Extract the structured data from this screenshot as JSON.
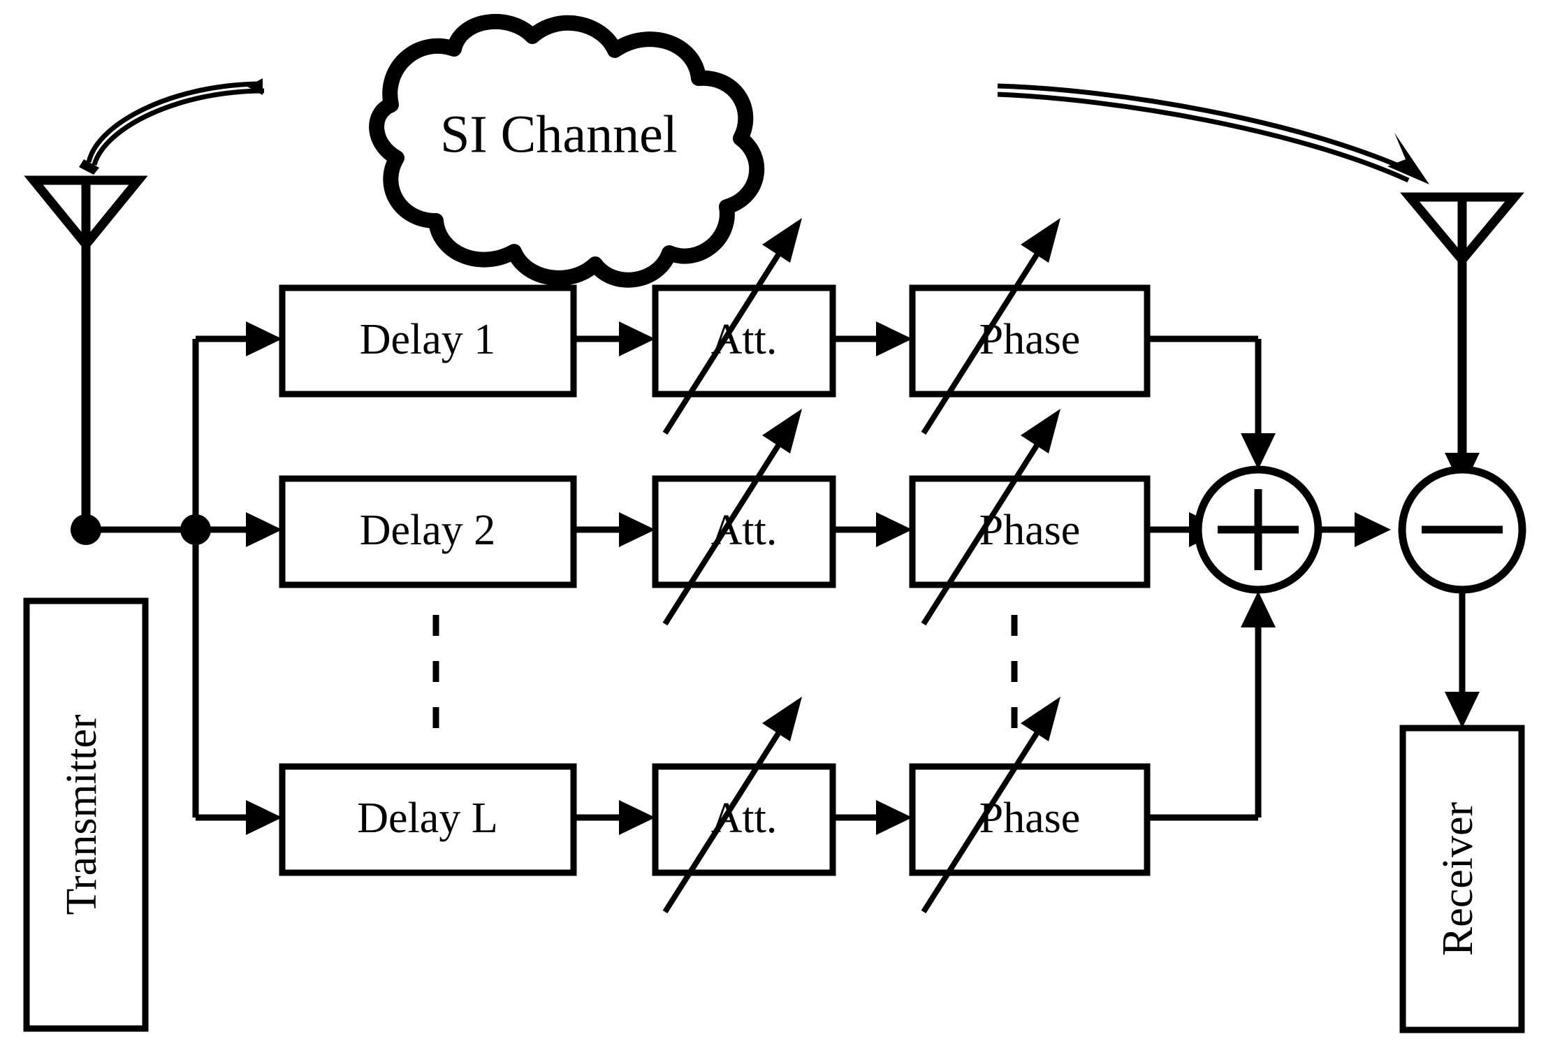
{
  "diagram": {
    "title": "Analog self-interference cancellation block diagram",
    "cloud": {
      "label": "SI Channel",
      "icon": "cloud-shape"
    },
    "transmitter": {
      "label": "Transmitter"
    },
    "receiver": {
      "label": "Receiver"
    },
    "antennas": {
      "tx_icon": "antenna-icon",
      "rx_icon": "antenna-icon"
    },
    "rows": [
      {
        "delay_label": "Delay 1",
        "att_label": "Att.",
        "phase_label": "Phase"
      },
      {
        "delay_label": "Delay 2",
        "att_label": "Att.",
        "phase_label": "Phase"
      },
      {
        "delay_label": "Delay L",
        "att_label": "Att.",
        "phase_label": "Phase"
      }
    ],
    "ellipsis": {
      "delay_column": "vertical-dashed-ellipsis",
      "phase_column": "vertical-dashed-ellipsis"
    },
    "operators": {
      "summer_sign": "+",
      "subtractor_sign": "−"
    },
    "colors": {
      "stroke": "#000000",
      "fill": "#ffffff",
      "background": "#ffffff"
    }
  }
}
